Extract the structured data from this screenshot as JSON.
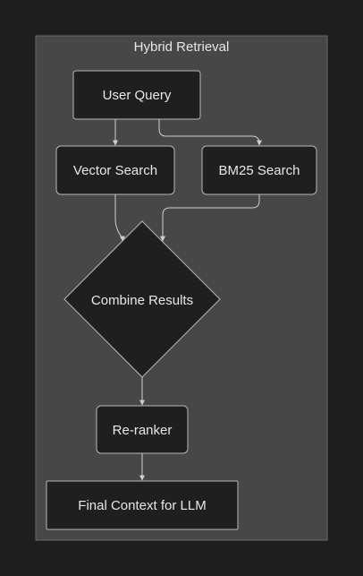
{
  "diagram": {
    "title": "Hybrid Retrieval",
    "nodes": {
      "user_query": "User Query",
      "vector_search": "Vector Search",
      "bm25_search": "BM25 Search",
      "combine_results": "Combine Results",
      "reranker": "Re-ranker",
      "final_context": "Final Context for LLM"
    },
    "colors": {
      "background": "#1e1e1e",
      "cluster_fill": "#474747",
      "cluster_stroke": "#6a6a6a",
      "node_fill": "#1f1f1f",
      "node_stroke": "#b8b8b8",
      "edge": "#d0d0d0",
      "text": "#e8e8e8"
    }
  }
}
